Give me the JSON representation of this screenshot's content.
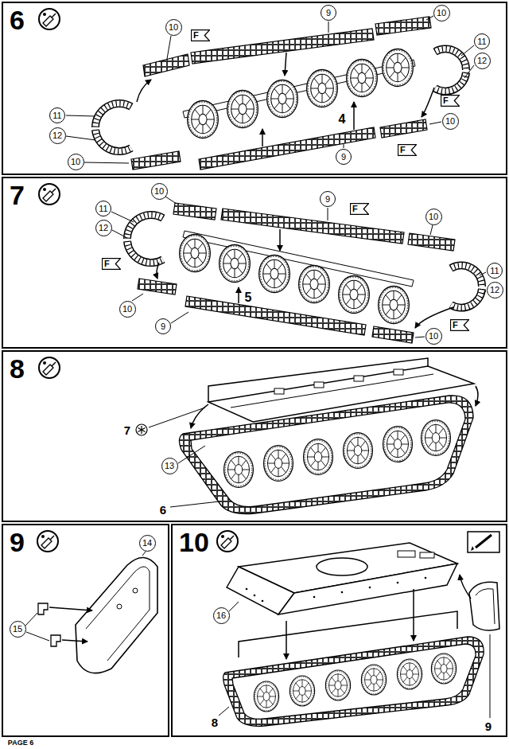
{
  "diagram": {
    "nodes": [
      {
        "text": [
          "6"
        ]
      },
      {
        "text": [
          "10"
        ],
        "in": 0
      },
      {
        "text": [
          "F"
        ],
        "in": 0
      },
      {
        "text": [
          "9"
        ],
        "in": 0
      },
      {
        "text": [
          "10"
        ],
        "in": 0
      },
      {
        "text": [
          "11"
        ],
        "in": 0
      },
      {
        "text": [
          "12"
        ],
        "in": 0
      },
      {
        "text": [
          "F"
        ],
        "in": 0
      },
      {
        "text": [
          "11"
        ],
        "in": 0
      },
      {
        "text": [
          "10"
        ],
        "in": 0
      },
      {
        "text": [
          "12"
        ],
        "in": 0
      },
      {
        "text": [
          "F"
        ],
        "in": 0
      },
      {
        "text": [
          "9"
        ],
        "in": 0
      },
      {
        "text": [
          "10"
        ],
        "in": 0
      },
      {
        "text": [
          "7"
        ]
      },
      {
        "text": [
          "10"
        ],
        "in": 14
      },
      {
        "text": [
          "9"
        ],
        "in": 14
      },
      {
        "text": [
          "F"
        ],
        "in": 14
      },
      {
        "text": [
          "11"
        ],
        "in": 14
      },
      {
        "text": [
          "10"
        ],
        "in": 14
      },
      {
        "text": [
          "12"
        ],
        "in": 14
      },
      {
        "text": [
          "F"
        ],
        "in": 14
      },
      {
        "text": [
          "11"
        ],
        "in": 14
      },
      {
        "text": [
          "12"
        ],
        "in": 14
      },
      {
        "text": [
          "10"
        ],
        "in": 14
      },
      {
        "text": [
          "9"
        ],
        "in": 14
      },
      {
        "text": [
          "F"
        ],
        "in": 14
      },
      {
        "text": [
          "10"
        ],
        "in": 14
      },
      {
        "text": [
          "8"
        ]
      },
      {
        "text": [
          "13"
        ],
        "in": 28
      },
      {
        "text": [
          "9"
        ]
      },
      {
        "text": [
          "14"
        ],
        "in": 30
      },
      {
        "text": [
          "15"
        ],
        "in": 30
      },
      {
        "text": [
          "10"
        ]
      },
      {
        "text": [
          "16"
        ],
        "in": 33
      }
    ],
    "labels": [
      "4",
      "5",
      "7",
      "6",
      "8",
      "9",
      "PAGE 6"
    ]
  }
}
